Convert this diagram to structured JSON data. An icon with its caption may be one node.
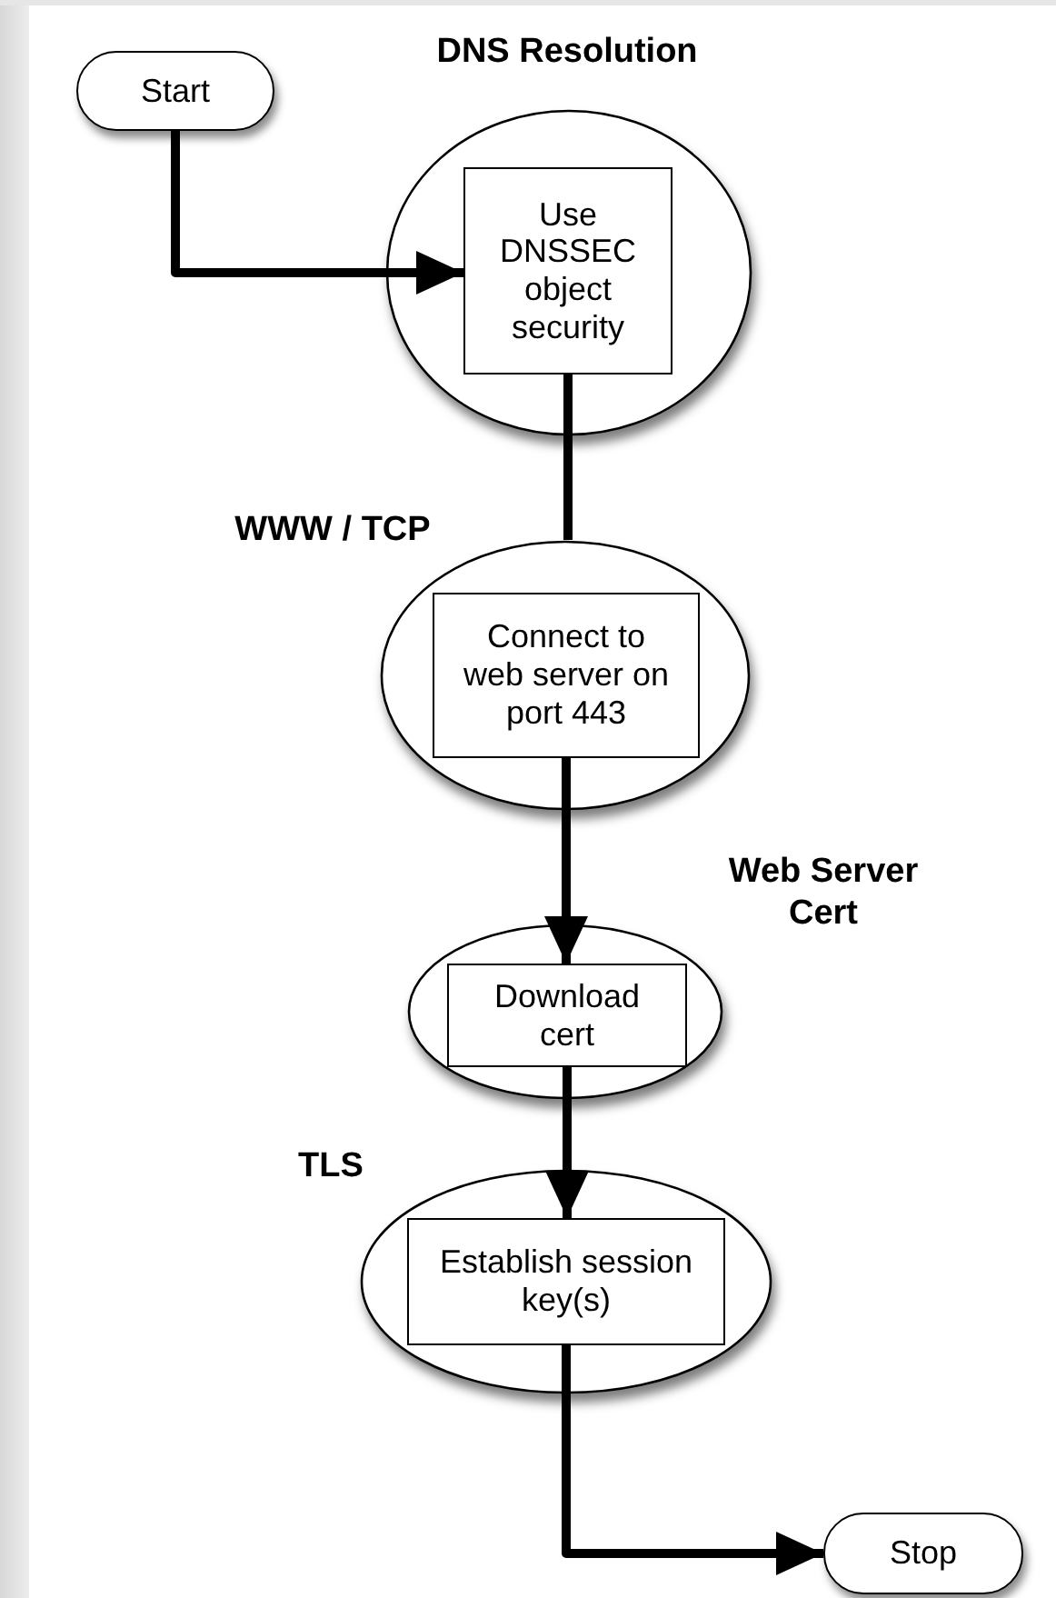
{
  "diagram": {
    "nodes": [
      {
        "text": [
          "Start"
        ]
      },
      {
        "text": [
          "DNS Resolution"
        ]
      },
      {
        "text": [
          "Use DNSSEC object security"
        ],
        "in": 1
      },
      {
        "text": [
          "WWW / TCP"
        ]
      },
      {
        "text": [
          "Connect to web server on port 443"
        ],
        "in": 3
      },
      {
        "text": [
          "Web Server Cert"
        ]
      },
      {
        "text": [
          "Download cert"
        ],
        "in": 5
      },
      {
        "text": [
          "TLS"
        ]
      },
      {
        "text": [
          "Establish session key(s)"
        ],
        "in": 7
      },
      {
        "text": [
          "Stop"
        ]
      }
    ],
    "edges": [
      {
        "from": 0,
        "to": 2,
        "arrow": "to"
      },
      {
        "from": 2,
        "to": 3,
        "arrow": "none"
      },
      {
        "from": 4,
        "to": 6,
        "arrow": "to"
      },
      {
        "from": 6,
        "to": 8,
        "arrow": "to"
      },
      {
        "from": 8,
        "to": 9,
        "arrow": "to"
      }
    ]
  }
}
